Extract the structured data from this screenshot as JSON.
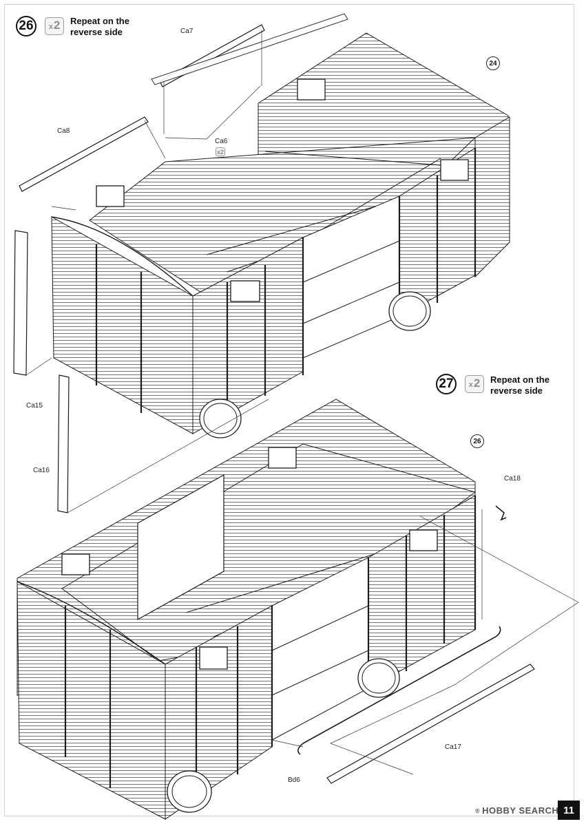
{
  "steps": [
    {
      "number": "26",
      "multiplier": "2",
      "multiplier_prefix": "x",
      "instruction": "Repeat on the\nreverse side"
    },
    {
      "number": "27",
      "multiplier": "2",
      "multiplier_prefix": "x",
      "instruction": "Repeat on the\nreverse side"
    }
  ],
  "part_labels": {
    "ca7": "Ca7",
    "ca8": "Ca8",
    "ca6": "Ca6",
    "ca6_qty": "x2",
    "ca15": "Ca15",
    "ca16": "Ca16",
    "ca18": "Ca18",
    "ca17": "Ca17",
    "bd6": "Bd6"
  },
  "references": {
    "step26_ref": "24",
    "step27_ref": "26"
  },
  "watermark": {
    "text": "HOBBY SEARCH",
    "mark": "®"
  },
  "page_number": "11",
  "colors": {
    "line": "#1a1a1a",
    "badge_grey": "#8e8e8e",
    "page_tab": "#111111"
  }
}
